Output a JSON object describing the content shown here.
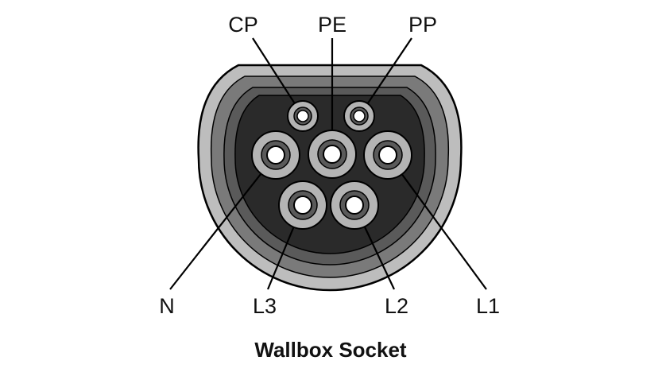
{
  "diagram": {
    "caption": "Wallbox Socket",
    "pins": {
      "cp": "CP",
      "pe": "PE",
      "pp": "PP",
      "n": "N",
      "l3": "L3",
      "l2": "L2",
      "l1": "L1"
    },
    "colors": {
      "outer_ring": "#bdbdbd",
      "middle_ring": "#7a7a7a",
      "inner_rim": "#5a5a5a",
      "face": "#2a2a2a",
      "pin_ring": "#b4b4b4",
      "pin_center": "#ffffff",
      "lines": "#000000",
      "text": "#111111"
    }
  }
}
